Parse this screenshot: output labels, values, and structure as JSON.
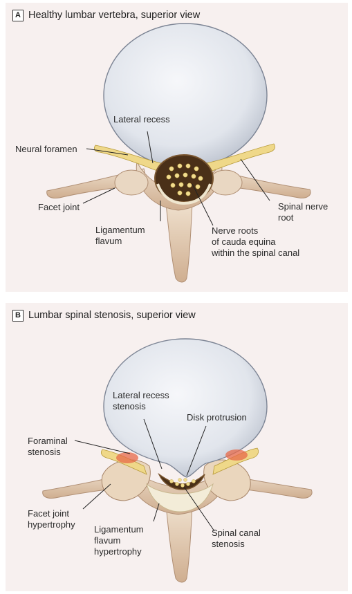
{
  "panel_a": {
    "letter": "A",
    "title": "Healthy lumbar vertebra, superior view",
    "labels": {
      "lateral_recess": "Lateral recess",
      "neural_foramen": "Neural foramen",
      "facet_joint": "Facet joint",
      "spinal_nerve_root": "Spinal nerve\nroot",
      "ligamentum_flavum": "Ligamentum\nflavum",
      "nerve_roots": "Nerve roots\nof cauda equina\nwithin the spinal canal"
    }
  },
  "panel_b": {
    "letter": "B",
    "title": "Lumbar spinal stenosis, superior view",
    "labels": {
      "lateral_recess_stenosis": "Lateral recess\nstenosis",
      "disk_protrusion": "Disk protrusion",
      "foraminal_stenosis": "Foraminal\nstenosis",
      "facet_joint_hypertrophy": "Facet joint\nhypertrophy",
      "ligamentum_flavum_hypertrophy": "Ligamentum\nflavum\nhypertrophy",
      "spinal_canal_stenosis": "Spinal canal\nstenosis"
    }
  },
  "colors": {
    "panel_bg": "#f7f0ef",
    "disk": "#dfe3ea",
    "bone": "#e6d2bc",
    "nerve": "#efd889",
    "canal": "#4a3018",
    "inflamed": "#e76a4a"
  }
}
